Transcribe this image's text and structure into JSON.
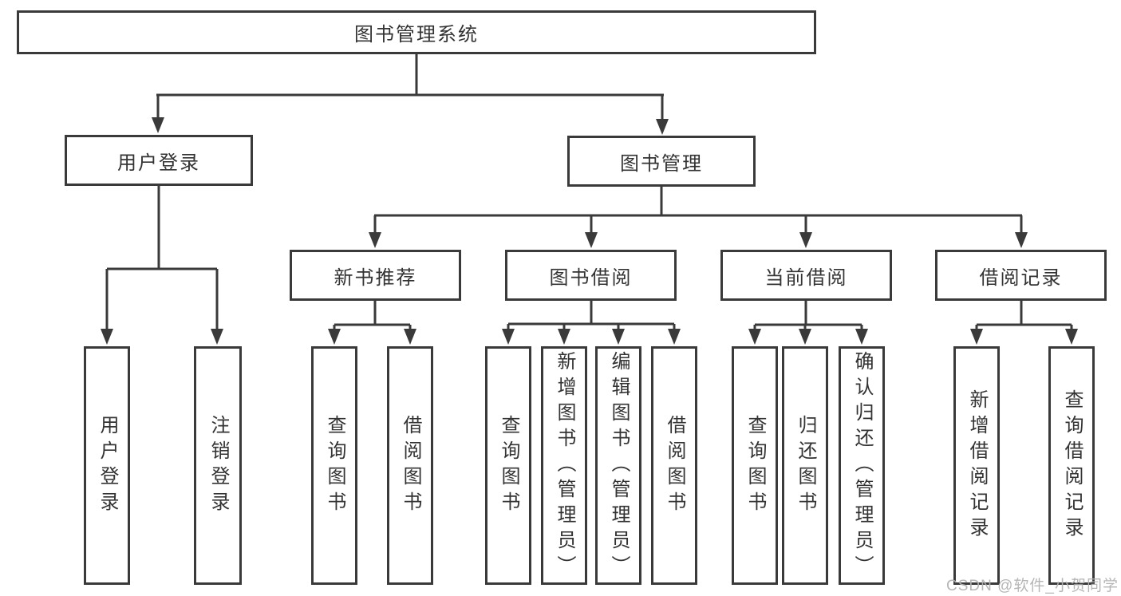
{
  "tree": {
    "label": "图书管理系统",
    "children": [
      {
        "label": "用户登录",
        "children": [
          {
            "label": "用户登录"
          },
          {
            "label": "注销登录"
          }
        ]
      },
      {
        "label": "图书管理",
        "children": [
          {
            "label": "新书推荐",
            "children": [
              {
                "label": "查询图书"
              },
              {
                "label": "借阅图书"
              }
            ]
          },
          {
            "label": "图书借阅",
            "children": [
              {
                "label": "查询图书"
              },
              {
                "label": "新增图书（管理员）"
              },
              {
                "label": "编辑图书（管理员）"
              },
              {
                "label": "借阅图书"
              }
            ]
          },
          {
            "label": "当前借阅",
            "children": [
              {
                "label": "查询图书"
              },
              {
                "label": "归还图书"
              },
              {
                "label": "确认归还（管理员）"
              }
            ]
          },
          {
            "label": "借阅记录",
            "children": [
              {
                "label": "新增借阅记录"
              },
              {
                "label": "查询借阅记录"
              }
            ]
          }
        ]
      }
    ]
  },
  "watermark": "CSDN @软件_小贺同学",
  "colors": {
    "line": "#3a3a3a",
    "text": "#333333",
    "watermark": "#b2b2b2",
    "background": "#ffffff"
  }
}
